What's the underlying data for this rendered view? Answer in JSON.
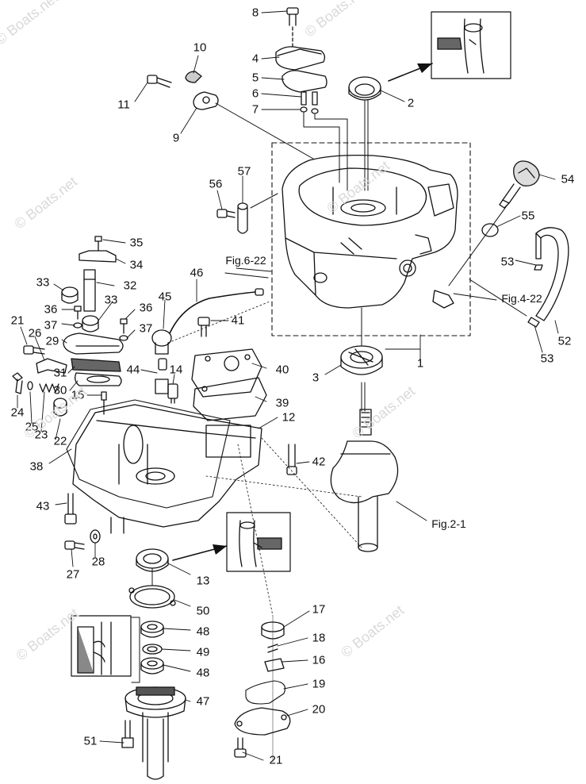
{
  "diagram": {
    "watermark": "© Boats.net",
    "figure_refs": {
      "fig_6_22": "Fig.6-22",
      "fig_4_22": "Fig.4-22",
      "fig_2_1": "Fig.2-1"
    },
    "callouts": [
      "8",
      "4",
      "5",
      "6",
      "7",
      "2",
      "10",
      "11",
      "9",
      "54",
      "55",
      "53",
      "56",
      "57",
      "52",
      "53",
      "35",
      "34",
      "33",
      "32",
      "33",
      "36",
      "37",
      "36",
      "37",
      "46",
      "45",
      "41",
      "21",
      "26",
      "29",
      "31",
      "30",
      "24",
      "15",
      "25",
      "23",
      "22",
      "44",
      "14",
      "40",
      "39",
      "12",
      "1",
      "3",
      "38",
      "42",
      "43",
      "28",
      "27",
      "13",
      "50",
      "48",
      "49",
      "48",
      "47",
      "51",
      "17",
      "18",
      "16",
      "19",
      "20",
      "21"
    ]
  }
}
